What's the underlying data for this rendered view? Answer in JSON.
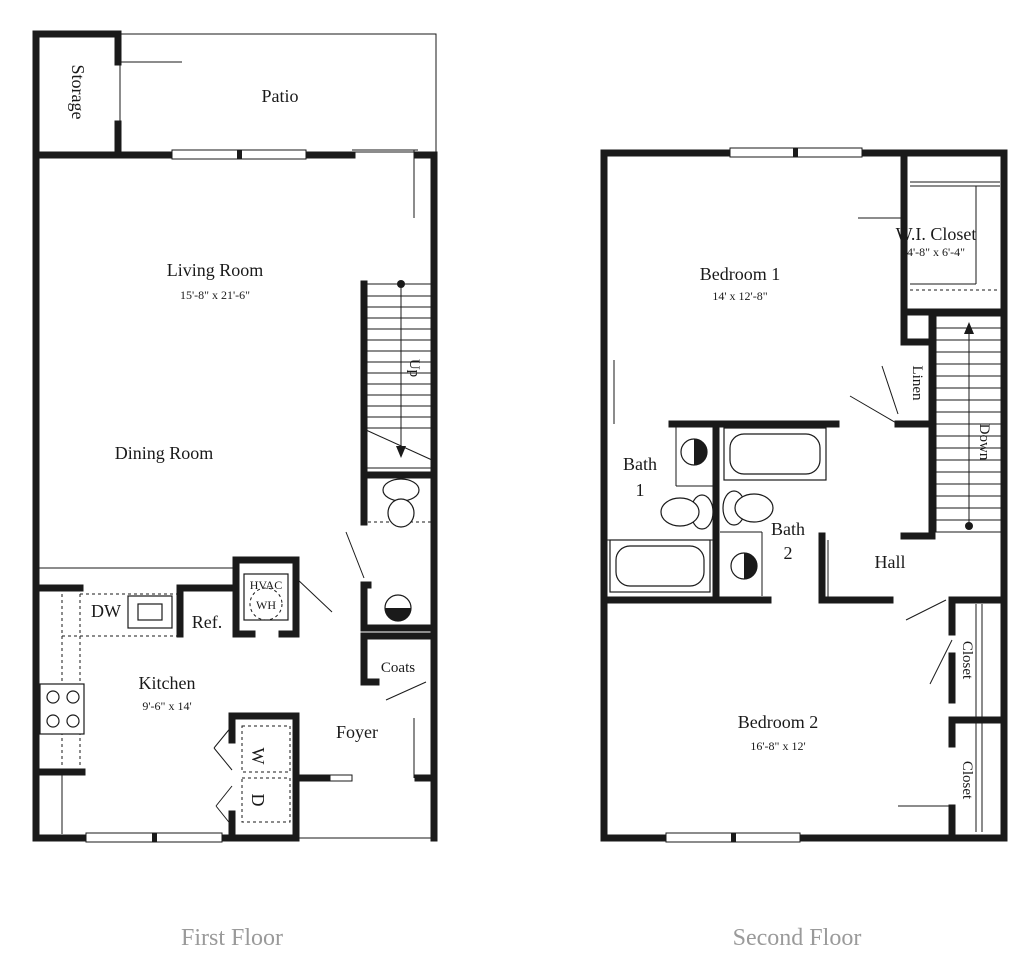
{
  "first_floor": {
    "caption": "First Floor",
    "rooms": {
      "storage": "Storage",
      "patio": "Patio",
      "living_room": "Living Room",
      "living_room_dims": "15'-8\" x 21'-6\"",
      "dining_room": "Dining Room",
      "stairs_up": "Up",
      "hvac": "HVAC",
      "wh": "WH",
      "dw": "DW",
      "ref": "Ref.",
      "coats": "Coats",
      "kitchen": "Kitchen",
      "kitchen_dims": "9'-6\" x 14'",
      "foyer": "Foyer",
      "washer": "W",
      "dryer": "D"
    }
  },
  "second_floor": {
    "caption": "Second Floor",
    "rooms": {
      "bedroom1": "Bedroom 1",
      "bedroom1_dims": "14' x 12'-8\"",
      "wi_closet": "W.I. Closet",
      "wi_closet_dims": "4'-8\" x 6'-4\"",
      "linen": "Linen",
      "stairs_down": "Down",
      "bath1_line1": "Bath",
      "bath1_line2": "1",
      "bath2_line1": "Bath",
      "bath2_line2": "2",
      "hall": "Hall",
      "bedroom2": "Bedroom 2",
      "bedroom2_dims": "16'-8\" x 12'",
      "closet_upper": "Closet",
      "closet_lower": "Closet"
    }
  }
}
